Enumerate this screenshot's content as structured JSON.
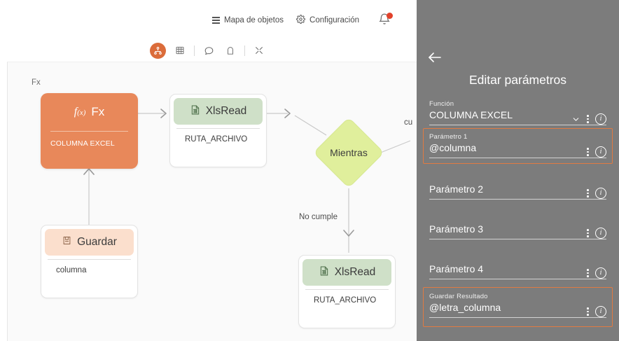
{
  "topnav": {
    "items": [
      {
        "label": "Mapa de objetos",
        "icon": "hamburger-icon"
      },
      {
        "label": "Configuración",
        "icon": "gear-icon"
      }
    ],
    "notification_icon": "bell-icon",
    "has_notification": true
  },
  "toolbar": {
    "items": [
      {
        "name": "hierarchy-icon",
        "active": true
      },
      {
        "name": "table-icon",
        "active": false
      },
      {
        "name": "comment-icon",
        "active": false
      },
      {
        "name": "tag-icon",
        "active": false
      },
      {
        "name": "expand-icon",
        "active": false
      }
    ],
    "accent_color": "#db6c3a"
  },
  "canvas": {
    "label": "Fx",
    "background": "#fafafa",
    "nodes": {
      "fx": {
        "title": "Fx",
        "icon": "function-icon",
        "icon_text": "f(x)",
        "body": "COLUMNA EXCEL",
        "color": "#e8885a"
      },
      "xlsread_1": {
        "title": "XlsRead",
        "icon": "spreadsheet-icon",
        "body": "RUTA_ARCHIVO",
        "header_color": "#cfe0c8"
      },
      "guardar": {
        "title": "Guardar",
        "icon": "save-icon",
        "body": "columna",
        "header_color": "#fbdfcd"
      },
      "mientras": {
        "title": "Mientras",
        "color": "#e0ef9c"
      },
      "xlsread_2": {
        "title": "XlsRead",
        "icon": "spreadsheet-icon",
        "body": "RUTA_ARCHIVO",
        "header_color": "#cfe0c8"
      }
    },
    "edge_labels": {
      "cumple": "cu",
      "no_cumple": "No cumple"
    }
  },
  "panel": {
    "background": "#7c7c7c",
    "back_icon": "back-arrow-icon",
    "title": "Editar parámetros",
    "highlight_color": "#e07b42",
    "fields": [
      {
        "label": "Función",
        "value": "COLUMNA EXCEL",
        "has_chevron": true,
        "highlighted": false
      },
      {
        "label": "Parámetro 1",
        "value": "@columna",
        "has_chevron": false,
        "highlighted": true
      },
      {
        "label": "Parámetro 2",
        "value": "",
        "has_chevron": false,
        "highlighted": false
      },
      {
        "label": "Parámetro 3",
        "value": "",
        "has_chevron": false,
        "highlighted": false
      },
      {
        "label": "Parámetro 4",
        "value": "",
        "has_chevron": false,
        "highlighted": false
      },
      {
        "label": "Guardar Resultado",
        "value": "@letra_columna",
        "has_chevron": false,
        "highlighted": true
      }
    ]
  }
}
